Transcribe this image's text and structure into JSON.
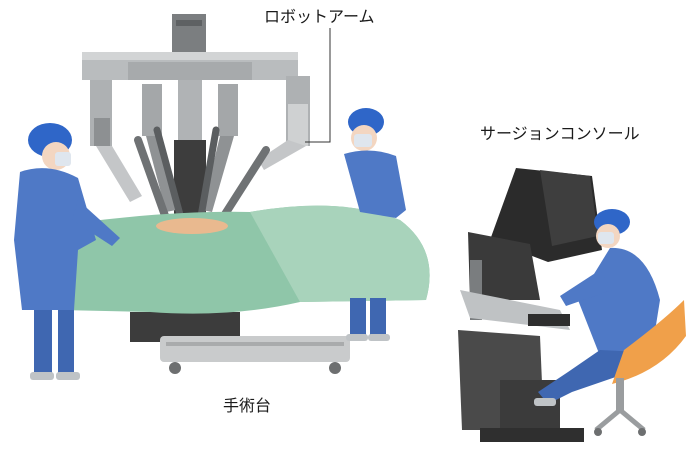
{
  "labels": {
    "robot_arm": "ロボットアーム",
    "surgeon_console": "サージョンコンソール",
    "operating_table": "手術台"
  },
  "colors": {
    "robot_gray": "#b9bcbe",
    "robot_dark": "#3d3d3d",
    "drape_green": "#8fc6a9",
    "scrub_blue": "#4f79c6",
    "cap_blue": "#2f66c8",
    "console_dark": "#2b2b2b",
    "chair_orange": "#f0a04a"
  }
}
